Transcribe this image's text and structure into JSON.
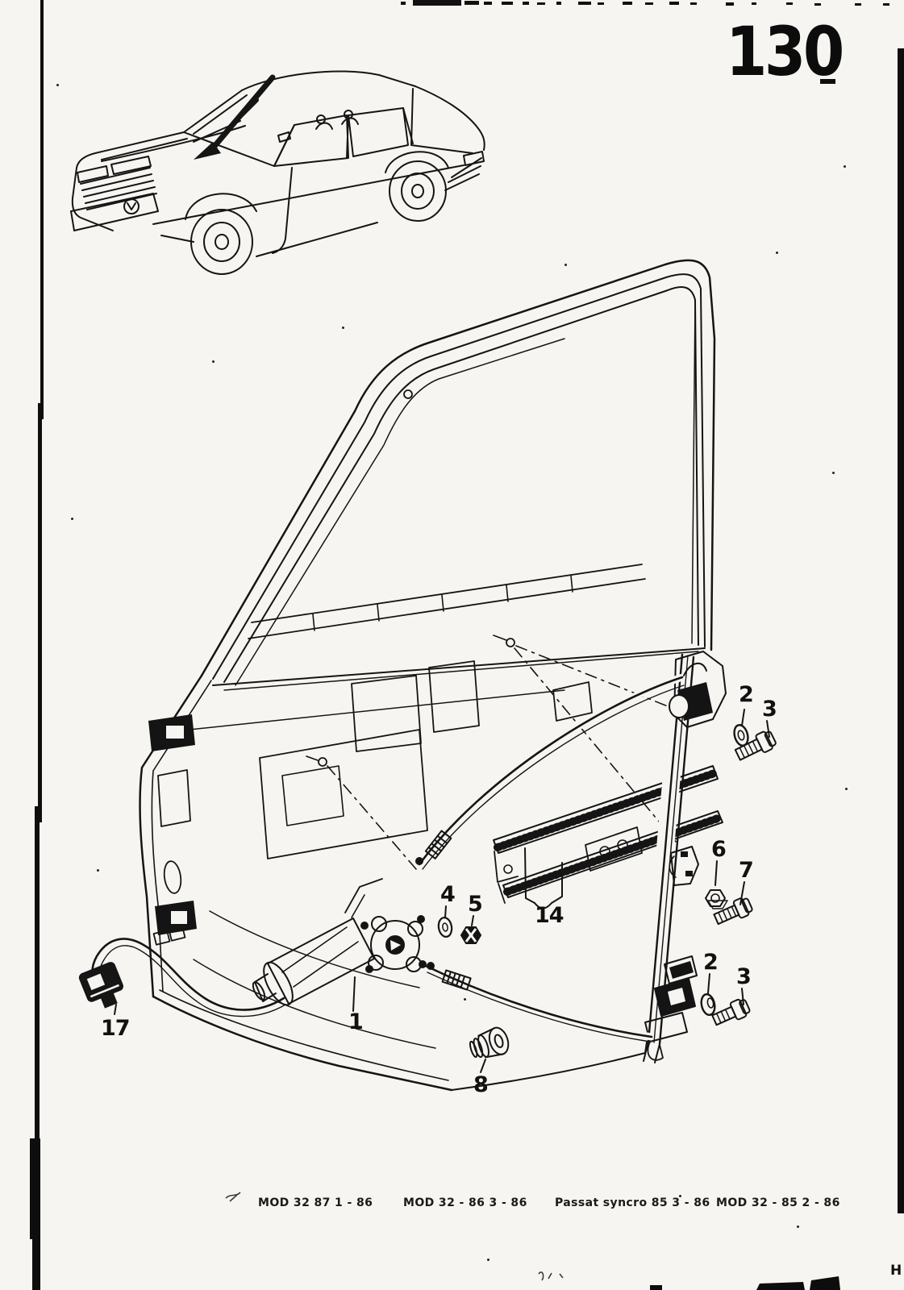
{
  "page": {
    "number": "130",
    "margin_letter": "H",
    "footer_segments": [
      "MOD 32  87    1 - 86",
      "MOD 32 - 86    3 - 86",
      "Passat syncro 85   3 - 86",
      "MOD 32 - 85    2 - 86"
    ],
    "callouts": [
      "1",
      "2",
      "3",
      "4",
      "5",
      "6",
      "7",
      "2",
      "3",
      "8",
      "14",
      "17"
    ]
  }
}
